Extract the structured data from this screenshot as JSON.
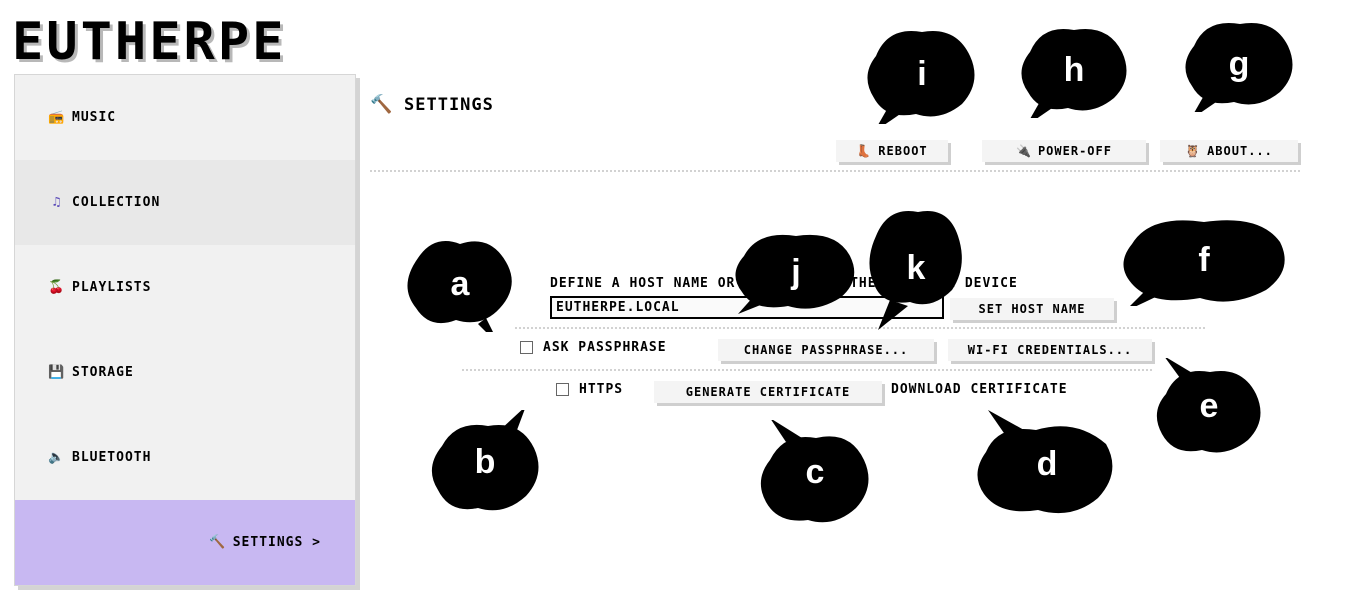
{
  "app": {
    "logo": "EUTHERPE"
  },
  "sidebar": {
    "items": [
      {
        "label": "MUSIC",
        "icon": "radio-icon"
      },
      {
        "label": "COLLECTION",
        "icon": "music-notes-icon"
      },
      {
        "label": "PLAYLISTS",
        "icon": "cherries-icon"
      },
      {
        "label": "STORAGE",
        "icon": "floppy-disk-icon"
      },
      {
        "label": "BLUETOOTH",
        "icon": "speaker-icon"
      },
      {
        "label": "SETTINGS >",
        "icon": "hammer-icon",
        "active": true
      }
    ],
    "active_color": "#c8b8f2"
  },
  "header": {
    "title": "SETTINGS",
    "buttons": {
      "reboot": "REBOOT",
      "power_off": "POWER-OFF",
      "about": "ABOUT..."
    }
  },
  "host": {
    "label": "DEFINE A HOST NAME OR ADDRESS FOR THE EUTHERPE DEVICE",
    "value": "EUTHERPE.LOCAL",
    "set_button": "SET HOST NAME"
  },
  "passphrase": {
    "checkbox_label": "ASK PASSPHRASE",
    "checked": false,
    "change_button": "CHANGE PASSPHRASE...",
    "wifi_button": "WI-FI CREDENTIALS..."
  },
  "https": {
    "checkbox_label": "HTTPS",
    "checked": false,
    "generate_button": "GENERATE CERTIFICATE",
    "download_link": "DOWNLOAD CERTIFICATE"
  },
  "annotations": [
    "a",
    "b",
    "c",
    "d",
    "e",
    "f",
    "g",
    "h",
    "i",
    "j",
    "k"
  ]
}
